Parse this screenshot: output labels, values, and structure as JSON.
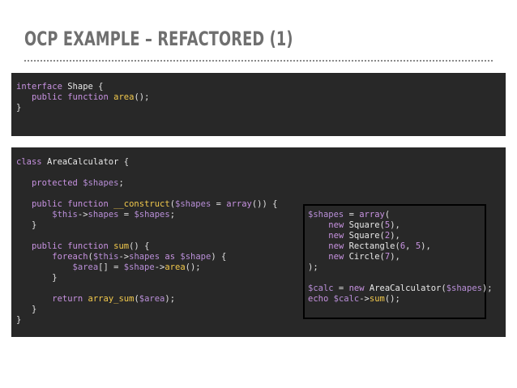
{
  "slide": {
    "title": "OCP EXAMPLE – REFACTORED (1)"
  },
  "interface_code": [
    [
      [
        "kw",
        "interface"
      ],
      [
        "plain",
        " "
      ],
      [
        "cls",
        "Shape"
      ],
      [
        "plain",
        " {"
      ]
    ],
    [
      [
        "plain",
        "   "
      ],
      [
        "kw",
        "public"
      ],
      [
        "plain",
        " "
      ],
      [
        "kw",
        "function"
      ],
      [
        "plain",
        " "
      ],
      [
        "fn",
        "area"
      ],
      [
        "plain",
        "();"
      ]
    ],
    [
      [
        "plain",
        "}"
      ]
    ]
  ],
  "calculator_code": [
    [
      [
        "kw",
        "class"
      ],
      [
        "plain",
        " "
      ],
      [
        "cls",
        "AreaCalculator"
      ],
      [
        "plain",
        " {"
      ]
    ],
    [
      [
        "plain",
        ""
      ]
    ],
    [
      [
        "plain",
        "   "
      ],
      [
        "kw",
        "protected"
      ],
      [
        "plain",
        " "
      ],
      [
        "var",
        "$shapes"
      ],
      [
        "plain",
        ";"
      ]
    ],
    [
      [
        "plain",
        ""
      ]
    ],
    [
      [
        "plain",
        "   "
      ],
      [
        "kw",
        "public"
      ],
      [
        "plain",
        " "
      ],
      [
        "kw",
        "function"
      ],
      [
        "plain",
        " "
      ],
      [
        "fn",
        "__construct"
      ],
      [
        "plain",
        "("
      ],
      [
        "var",
        "$shapes"
      ],
      [
        "plain",
        " = "
      ],
      [
        "kw",
        "array"
      ],
      [
        "plain",
        "()) {"
      ]
    ],
    [
      [
        "plain",
        "       "
      ],
      [
        "var",
        "$this"
      ],
      [
        "plain",
        "->"
      ],
      [
        "var",
        "shapes"
      ],
      [
        "plain",
        " = "
      ],
      [
        "var",
        "$shapes"
      ],
      [
        "plain",
        ";"
      ]
    ],
    [
      [
        "plain",
        "   }"
      ]
    ],
    [
      [
        "plain",
        ""
      ]
    ],
    [
      [
        "plain",
        "   "
      ],
      [
        "kw",
        "public"
      ],
      [
        "plain",
        " "
      ],
      [
        "kw",
        "function"
      ],
      [
        "plain",
        " "
      ],
      [
        "fn",
        "sum"
      ],
      [
        "plain",
        "() {"
      ]
    ],
    [
      [
        "plain",
        "       "
      ],
      [
        "kw",
        "foreach"
      ],
      [
        "plain",
        "("
      ],
      [
        "var",
        "$this"
      ],
      [
        "plain",
        "->"
      ],
      [
        "var",
        "shapes"
      ],
      [
        "plain",
        " "
      ],
      [
        "kw",
        "as"
      ],
      [
        "plain",
        " "
      ],
      [
        "var",
        "$shape"
      ],
      [
        "plain",
        ") {"
      ]
    ],
    [
      [
        "plain",
        "           "
      ],
      [
        "var",
        "$area"
      ],
      [
        "plain",
        "[] = "
      ],
      [
        "var",
        "$shape"
      ],
      [
        "plain",
        "->"
      ],
      [
        "fn",
        "area"
      ],
      [
        "plain",
        "();"
      ]
    ],
    [
      [
        "plain",
        "       }"
      ]
    ],
    [
      [
        "plain",
        ""
      ]
    ],
    [
      [
        "plain",
        "       "
      ],
      [
        "kw",
        "return"
      ],
      [
        "plain",
        " "
      ],
      [
        "fn",
        "array_sum"
      ],
      [
        "plain",
        "("
      ],
      [
        "var",
        "$area"
      ],
      [
        "plain",
        ");"
      ]
    ],
    [
      [
        "plain",
        "   }"
      ]
    ],
    [
      [
        "plain",
        "}"
      ]
    ]
  ],
  "usage_code": [
    [
      [
        "var",
        "$shapes"
      ],
      [
        "plain",
        " = "
      ],
      [
        "kw",
        "array"
      ],
      [
        "plain",
        "("
      ]
    ],
    [
      [
        "plain",
        "    "
      ],
      [
        "kw",
        "new"
      ],
      [
        "plain",
        " "
      ],
      [
        "cls",
        "Square"
      ],
      [
        "plain",
        "("
      ],
      [
        "num",
        "5"
      ],
      [
        "plain",
        "),"
      ]
    ],
    [
      [
        "plain",
        "    "
      ],
      [
        "kw",
        "new"
      ],
      [
        "plain",
        " "
      ],
      [
        "cls",
        "Square"
      ],
      [
        "plain",
        "("
      ],
      [
        "num",
        "2"
      ],
      [
        "plain",
        "),"
      ]
    ],
    [
      [
        "plain",
        "    "
      ],
      [
        "kw",
        "new"
      ],
      [
        "plain",
        " "
      ],
      [
        "cls",
        "Rectangle"
      ],
      [
        "plain",
        "("
      ],
      [
        "num",
        "6"
      ],
      [
        "plain",
        ", "
      ],
      [
        "num",
        "5"
      ],
      [
        "plain",
        "),"
      ]
    ],
    [
      [
        "plain",
        "    "
      ],
      [
        "kw",
        "new"
      ],
      [
        "plain",
        " "
      ],
      [
        "cls",
        "Circle"
      ],
      [
        "plain",
        "("
      ],
      [
        "num",
        "7"
      ],
      [
        "plain",
        "),"
      ]
    ],
    [
      [
        "plain",
        ");"
      ]
    ],
    [
      [
        "plain",
        ""
      ]
    ],
    [
      [
        "var",
        "$calc"
      ],
      [
        "plain",
        " = "
      ],
      [
        "kw",
        "new"
      ],
      [
        "plain",
        " "
      ],
      [
        "cls",
        "AreaCalculator"
      ],
      [
        "plain",
        "("
      ],
      [
        "var",
        "$shapes"
      ],
      [
        "plain",
        ");"
      ]
    ],
    [
      [
        "kw",
        "echo"
      ],
      [
        "plain",
        " "
      ],
      [
        "var",
        "$calc"
      ],
      [
        "plain",
        "->"
      ],
      [
        "fn",
        "sum"
      ],
      [
        "plain",
        "();"
      ]
    ]
  ]
}
